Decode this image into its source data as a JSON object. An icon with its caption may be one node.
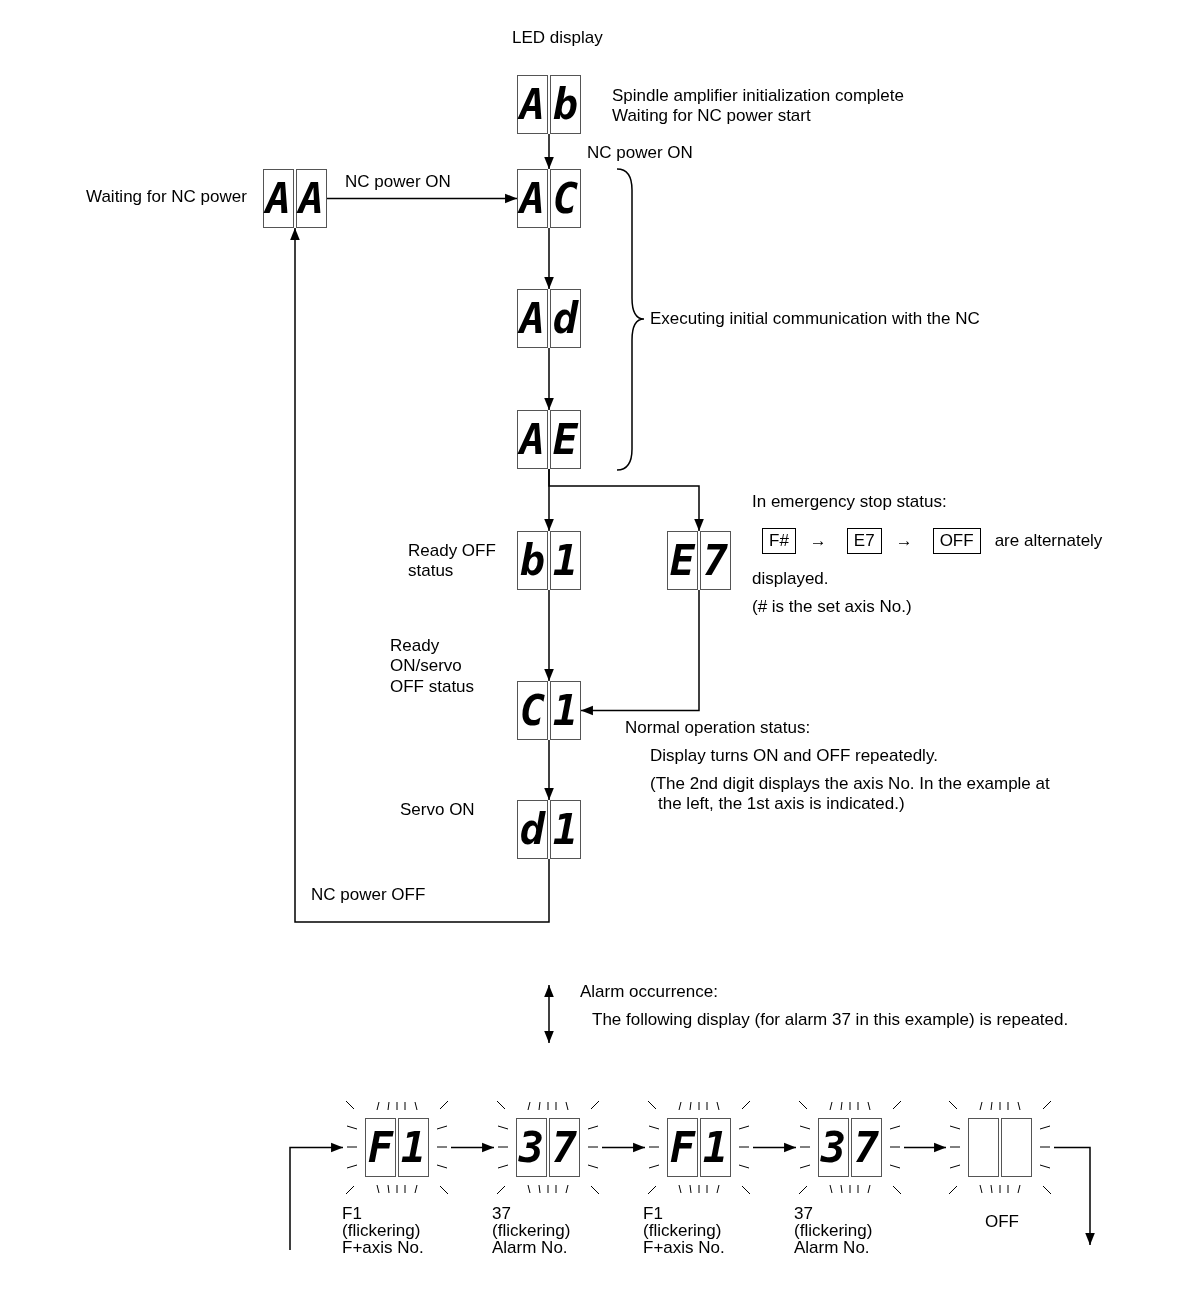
{
  "diagram": {
    "nodes": [
      {
        "text": [
          "A",
          "b"
        ],
        "beside": [
          "Spindle amplifier initialization complete Waiting for NC power start"
        ]
      },
      {
        "text": [
          "A",
          "A"
        ],
        "beside": [
          "Waiting for NC power"
        ]
      },
      {
        "text": [
          "A",
          "C"
        ],
        "beside": [
          "NC power ON"
        ]
      },
      {
        "text": [
          "A",
          "d"
        ]
      },
      {
        "text": [
          "A",
          "E"
        ]
      },
      {
        "text": [
          "b",
          "1"
        ],
        "beside": [
          "Ready OFF status"
        ]
      },
      {
        "text": [
          "E",
          "7"
        ]
      },
      {
        "text": [
          "C",
          "1"
        ],
        "beside": [
          "Ready ON/servo OFF status"
        ]
      },
      {
        "text": [
          "d",
          "1"
        ],
        "beside": [
          "Servo ON"
        ]
      },
      {
        "text": [
          "F",
          "1"
        ],
        "beside": [
          "F1 (flickering) F+axis No."
        ]
      },
      {
        "text": [
          "3",
          "7"
        ],
        "beside": [
          "37 (flickering) Alarm No."
        ]
      },
      {
        "text": [
          "F",
          "1"
        ],
        "beside": [
          "F1 (flickering) F+axis No."
        ]
      },
      {
        "text": [
          "3",
          "7"
        ],
        "beside": [
          "37 (flickering) Alarm No."
        ]
      },
      {
        "text": [],
        "shape": "box",
        "beside": [
          "OFF"
        ]
      }
    ],
    "edges": [
      {
        "from": 0,
        "to": 2,
        "arrow": "to"
      },
      {
        "from": 1,
        "to": 2,
        "arrow": "to",
        "label": "NC power ON"
      },
      {
        "from": 2,
        "to": 3,
        "arrow": "to"
      },
      {
        "from": 3,
        "to": 4,
        "arrow": "to"
      },
      {
        "from": 4,
        "to": 5,
        "arrow": "to"
      },
      {
        "from": 4,
        "to": 6,
        "arrow": "to"
      },
      {
        "from": 5,
        "to": 7,
        "arrow": "to"
      },
      {
        "from": 6,
        "to": 7,
        "arrow": "to"
      },
      {
        "from": 7,
        "to": 8,
        "arrow": "to"
      },
      {
        "from": 8,
        "to": 1,
        "arrow": "to",
        "label": "NC power OFF"
      },
      {
        "from": 9,
        "to": 10,
        "arrow": "to"
      },
      {
        "from": 10,
        "to": 11,
        "arrow": "to"
      },
      {
        "from": 11,
        "to": 12,
        "arrow": "to"
      },
      {
        "from": 12,
        "to": 13,
        "arrow": "to"
      },
      {
        "from": 13,
        "to": null,
        "arrow": "to"
      },
      {
        "from": null,
        "to": 9,
        "arrow": "to"
      }
    ],
    "labels": [
      "LED display",
      "Executing initial communication with the NC",
      "In emergency stop status:",
      "F#",
      "→",
      "E7",
      "→",
      "OFF",
      "are alternately displayed.",
      "(# is the set axis No.)",
      "Normal operation status:",
      "Display turns ON and OFF repeatedly.",
      "(The 2nd digit displays the axis No. In the example at the left, the 1st axis is indicated.)",
      "Alarm occurrence:",
      "The following display (for alarm 37 in this example) is repeated."
    ]
  }
}
